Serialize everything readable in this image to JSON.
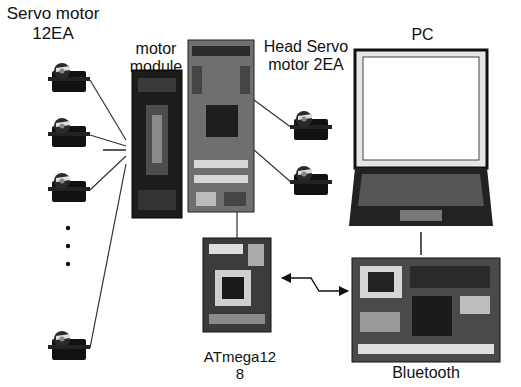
{
  "diagram": {
    "nodes": [
      {
        "text": [
          "Servo motor 12EA"
        ]
      },
      {
        "text": [
          "motor module"
        ]
      },
      {
        "text": [
          "Head Servo motor 2EA"
        ]
      },
      {
        "text": [
          "PC"
        ]
      },
      {
        "text": [
          "ATmega12 8"
        ]
      },
      {
        "text": [
          "Bluetooth"
        ]
      }
    ],
    "edges": [
      {
        "from": 0,
        "to": 1,
        "arrow": "none"
      },
      {
        "from": 4,
        "to": 5,
        "arrow": "both"
      },
      {
        "from": 3,
        "to": 5,
        "arrow": "none"
      }
    ]
  }
}
